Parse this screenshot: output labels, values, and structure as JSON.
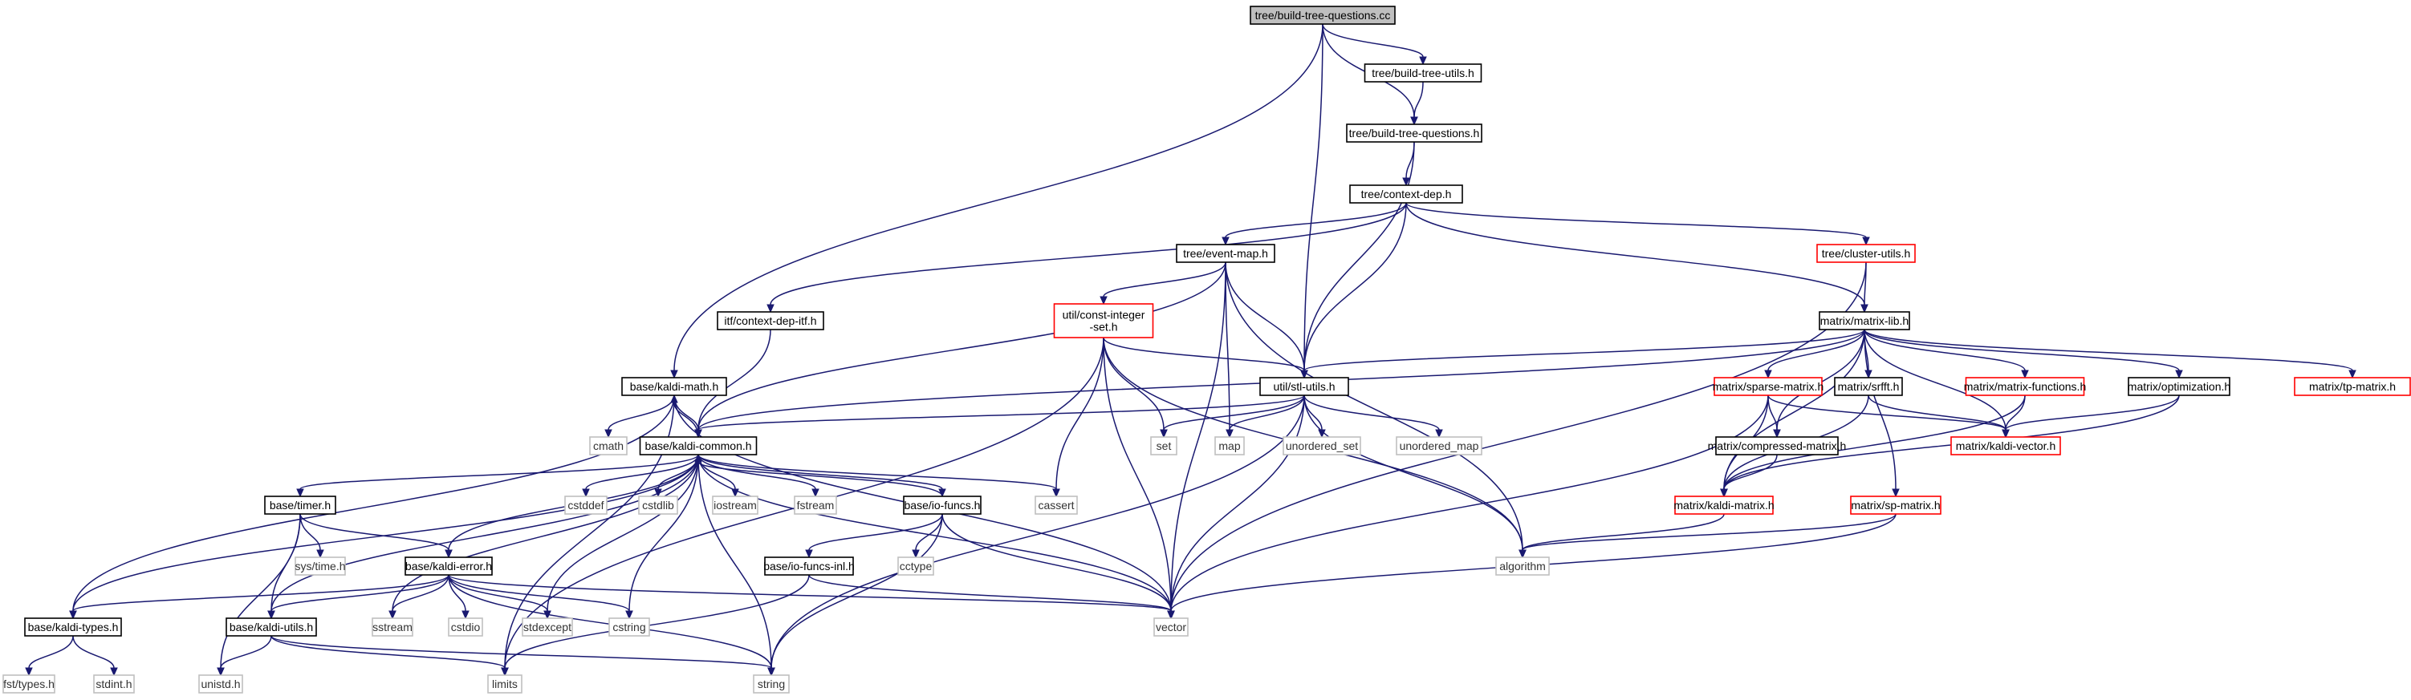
{
  "diagram": {
    "style": {
      "edge_color": "#191970",
      "root_fill": "#bfbfbf",
      "truncated_border": "#ff0000",
      "system_border": "#bfbfbf"
    },
    "nodes": [
      {
        "id": "root",
        "label": "tree/build-tree-questions.cc",
        "kind": "root"
      },
      {
        "id": "btutils",
        "label": "tree/build-tree-utils.h",
        "kind": "header"
      },
      {
        "id": "btq",
        "label": "tree/build-tree-questions.h",
        "kind": "header"
      },
      {
        "id": "ctxdep",
        "label": "tree/context-dep.h",
        "kind": "header"
      },
      {
        "id": "cluster",
        "label": "tree/cluster-utils.h",
        "kind": "truncated"
      },
      {
        "id": "eventmap",
        "label": "tree/event-map.h",
        "kind": "header"
      },
      {
        "id": "itfctx",
        "label": "itf/context-dep-itf.h",
        "kind": "header"
      },
      {
        "id": "constint",
        "label": [
          "util/const-integer",
          "-set.h"
        ],
        "kind": "truncated"
      },
      {
        "id": "stlutils",
        "label": "util/stl-utils.h",
        "kind": "header"
      },
      {
        "id": "mlib",
        "label": "matrix/matrix-lib.h",
        "kind": "header"
      },
      {
        "id": "kmath",
        "label": "base/kaldi-math.h",
        "kind": "header"
      },
      {
        "id": "kcommon",
        "label": "base/kaldi-common.h",
        "kind": "header"
      },
      {
        "id": "cmath",
        "label": "cmath",
        "kind": "system"
      },
      {
        "id": "sparse",
        "label": "matrix/sparse-matrix.h",
        "kind": "truncated"
      },
      {
        "id": "srfft",
        "label": "matrix/srfft.h",
        "kind": "header"
      },
      {
        "id": "mfunc",
        "label": "matrix/matrix-functions.h",
        "kind": "truncated"
      },
      {
        "id": "optim",
        "label": "matrix/optimization.h",
        "kind": "header"
      },
      {
        "id": "tpm",
        "label": "matrix/tp-matrix.h",
        "kind": "truncated"
      },
      {
        "id": "set",
        "label": "set",
        "kind": "system"
      },
      {
        "id": "map",
        "label": "map",
        "kind": "system"
      },
      {
        "id": "uset",
        "label": "unordered_set",
        "kind": "system"
      },
      {
        "id": "umap",
        "label": "unordered_map",
        "kind": "system"
      },
      {
        "id": "compmat",
        "label": "matrix/compressed-matrix.h",
        "kind": "header"
      },
      {
        "id": "kvec",
        "label": "matrix/kaldi-vector.h",
        "kind": "truncated"
      },
      {
        "id": "timer",
        "label": "base/timer.h",
        "kind": "header"
      },
      {
        "id": "cstddef",
        "label": "cstddef",
        "kind": "system"
      },
      {
        "id": "cstdlib",
        "label": "cstdlib",
        "kind": "system"
      },
      {
        "id": "iostream",
        "label": "iostream",
        "kind": "system"
      },
      {
        "id": "fstream",
        "label": "fstream",
        "kind": "system"
      },
      {
        "id": "iofuncs",
        "label": "base/io-funcs.h",
        "kind": "header"
      },
      {
        "id": "cassert",
        "label": "cassert",
        "kind": "system"
      },
      {
        "id": "kmat",
        "label": "matrix/kaldi-matrix.h",
        "kind": "truncated"
      },
      {
        "id": "spmat",
        "label": "matrix/sp-matrix.h",
        "kind": "truncated"
      },
      {
        "id": "systime",
        "label": "sys/time.h",
        "kind": "system"
      },
      {
        "id": "kerror",
        "label": "base/kaldi-error.h",
        "kind": "header"
      },
      {
        "id": "iofuncsinl",
        "label": "base/io-funcs-inl.h",
        "kind": "header"
      },
      {
        "id": "cctype",
        "label": "cctype",
        "kind": "system"
      },
      {
        "id": "algorithm",
        "label": "algorithm",
        "kind": "system"
      },
      {
        "id": "ktypes",
        "label": "base/kaldi-types.h",
        "kind": "header"
      },
      {
        "id": "kutils",
        "label": "base/kaldi-utils.h",
        "kind": "header"
      },
      {
        "id": "sstream",
        "label": "sstream",
        "kind": "system"
      },
      {
        "id": "cstdio",
        "label": "cstdio",
        "kind": "system"
      },
      {
        "id": "stdexcept",
        "label": "stdexcept",
        "kind": "system"
      },
      {
        "id": "cstring",
        "label": "cstring",
        "kind": "system"
      },
      {
        "id": "vector",
        "label": "vector",
        "kind": "system"
      },
      {
        "id": "fsttypes",
        "label": "fst/types.h",
        "kind": "system"
      },
      {
        "id": "stdint",
        "label": "stdint.h",
        "kind": "system"
      },
      {
        "id": "unistd",
        "label": "unistd.h",
        "kind": "system"
      },
      {
        "id": "limits",
        "label": "limits",
        "kind": "system"
      },
      {
        "id": "string",
        "label": "string",
        "kind": "system"
      }
    ],
    "edges": [
      [
        "root",
        "btutils"
      ],
      [
        "root",
        "btq"
      ],
      [
        "root",
        "stlutils"
      ],
      [
        "root",
        "kmath"
      ],
      [
        "btutils",
        "btq"
      ],
      [
        "btq",
        "ctxdep"
      ],
      [
        "btq",
        "stlutils"
      ],
      [
        "ctxdep",
        "eventmap"
      ],
      [
        "ctxdep",
        "itfctx"
      ],
      [
        "ctxdep",
        "stlutils"
      ],
      [
        "ctxdep",
        "cluster"
      ],
      [
        "ctxdep",
        "mlib"
      ],
      [
        "cluster",
        "mlib"
      ],
      [
        "cluster",
        "vector"
      ],
      [
        "eventmap",
        "constint"
      ],
      [
        "eventmap",
        "stlutils"
      ],
      [
        "eventmap",
        "kcommon"
      ],
      [
        "eventmap",
        "map"
      ],
      [
        "eventmap",
        "vector"
      ],
      [
        "eventmap",
        "algorithm"
      ],
      [
        "itfctx",
        "kcommon"
      ],
      [
        "constint",
        "stlutils"
      ],
      [
        "constint",
        "set"
      ],
      [
        "constint",
        "cassert"
      ],
      [
        "constint",
        "vector"
      ],
      [
        "constint",
        "limits"
      ],
      [
        "constint",
        "algorithm"
      ],
      [
        "stlutils",
        "kcommon"
      ],
      [
        "stlutils",
        "set"
      ],
      [
        "stlutils",
        "map"
      ],
      [
        "stlutils",
        "uset"
      ],
      [
        "stlutils",
        "umap"
      ],
      [
        "stlutils",
        "algorithm"
      ],
      [
        "stlutils",
        "vector"
      ],
      [
        "stlutils",
        "string"
      ],
      [
        "mlib",
        "stlutils"
      ],
      [
        "mlib",
        "kcommon"
      ],
      [
        "mlib",
        "sparse"
      ],
      [
        "mlib",
        "srfft"
      ],
      [
        "mlib",
        "mfunc"
      ],
      [
        "mlib",
        "optim"
      ],
      [
        "mlib",
        "tpm"
      ],
      [
        "mlib",
        "compmat"
      ],
      [
        "mlib",
        "kvec"
      ],
      [
        "mlib",
        "kmat"
      ],
      [
        "mlib",
        "spmat"
      ],
      [
        "kmath",
        "kcommon"
      ],
      [
        "kmath",
        "cmath"
      ],
      [
        "kmath",
        "ktypes"
      ],
      [
        "kmath",
        "limits"
      ],
      [
        "kmath",
        "vector"
      ],
      [
        "kcommon",
        "kmath"
      ],
      [
        "kcommon",
        "timer"
      ],
      [
        "kcommon",
        "cstddef"
      ],
      [
        "kcommon",
        "cstdlib"
      ],
      [
        "kcommon",
        "iostream"
      ],
      [
        "kcommon",
        "fstream"
      ],
      [
        "kcommon",
        "iofuncs"
      ],
      [
        "kcommon",
        "cassert"
      ],
      [
        "kcommon",
        "kerror"
      ],
      [
        "kcommon",
        "kutils"
      ],
      [
        "kcommon",
        "ktypes"
      ],
      [
        "kcommon",
        "sstream"
      ],
      [
        "kcommon",
        "stdexcept"
      ],
      [
        "kcommon",
        "cstring"
      ],
      [
        "kcommon",
        "string"
      ],
      [
        "kcommon",
        "vector"
      ],
      [
        "sparse",
        "compmat"
      ],
      [
        "sparse",
        "kmat"
      ],
      [
        "sparse",
        "kvec"
      ],
      [
        "sparse",
        "vector"
      ],
      [
        "srfft",
        "kvec"
      ],
      [
        "srfft",
        "kmat"
      ],
      [
        "mfunc",
        "kvec"
      ],
      [
        "mfunc",
        "kmat"
      ],
      [
        "optim",
        "kvec"
      ],
      [
        "optim",
        "kmat"
      ],
      [
        "compmat",
        "kmat"
      ],
      [
        "kmat",
        "algorithm"
      ],
      [
        "spmat",
        "algorithm"
      ],
      [
        "spmat",
        "vector"
      ],
      [
        "timer",
        "systime"
      ],
      [
        "timer",
        "kerror"
      ],
      [
        "timer",
        "kutils"
      ],
      [
        "timer",
        "unistd"
      ],
      [
        "iofuncs",
        "kcommon"
      ],
      [
        "iofuncs",
        "iofuncsinl"
      ],
      [
        "iofuncs",
        "cctype"
      ],
      [
        "iofuncs",
        "vector"
      ],
      [
        "iofuncs",
        "string"
      ],
      [
        "iofuncsinl",
        "vector"
      ],
      [
        "iofuncsinl",
        "limits"
      ],
      [
        "kerror",
        "ktypes"
      ],
      [
        "kerror",
        "kutils"
      ],
      [
        "kerror",
        "sstream"
      ],
      [
        "kerror",
        "cstdio"
      ],
      [
        "kerror",
        "stdexcept"
      ],
      [
        "kerror",
        "cstring"
      ],
      [
        "kerror",
        "vector"
      ],
      [
        "kerror",
        "string"
      ],
      [
        "ktypes",
        "fsttypes"
      ],
      [
        "ktypes",
        "stdint"
      ],
      [
        "kutils",
        "unistd"
      ],
      [
        "kutils",
        "limits"
      ],
      [
        "kutils",
        "string"
      ]
    ]
  }
}
